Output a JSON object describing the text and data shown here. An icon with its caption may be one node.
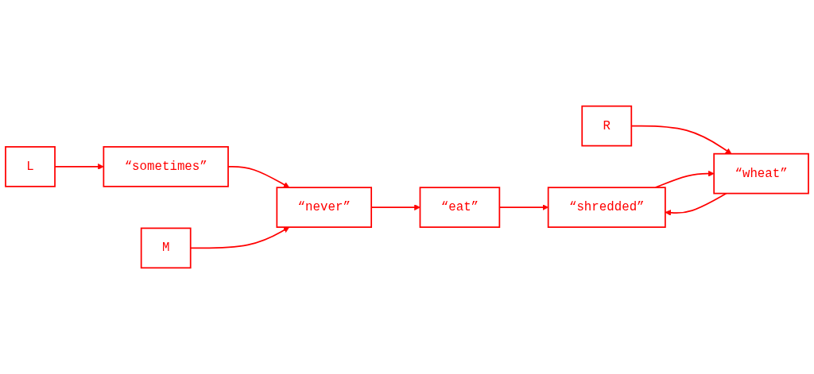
{
  "diagram": {
    "nodes": [
      {
        "text": [
          "L"
        ]
      },
      {
        "text": [
          "“sometimes”"
        ]
      },
      {
        "text": [
          "“never”"
        ]
      },
      {
        "text": [
          "“eat”"
        ]
      },
      {
        "text": [
          "M"
        ]
      },
      {
        "text": [
          "R"
        ]
      },
      {
        "text": [
          "“wheat”"
        ]
      },
      {
        "text": [
          "“shredded”"
        ]
      }
    ],
    "edges": [
      {
        "from": 0,
        "to": 1,
        "arrow": "to"
      },
      {
        "from": 1,
        "to": 2,
        "arrow": "to"
      },
      {
        "from": 2,
        "to": 3,
        "arrow": "to"
      },
      {
        "from": 4,
        "to": 2,
        "arrow": "to"
      },
      {
        "from": 3,
        "to": 7,
        "arrow": "to"
      },
      {
        "from": 5,
        "to": 6,
        "arrow": "to"
      },
      {
        "from": 6,
        "to": 7,
        "arrow": "to"
      },
      {
        "from": 7,
        "to": 6,
        "arrow": "to"
      }
    ]
  }
}
